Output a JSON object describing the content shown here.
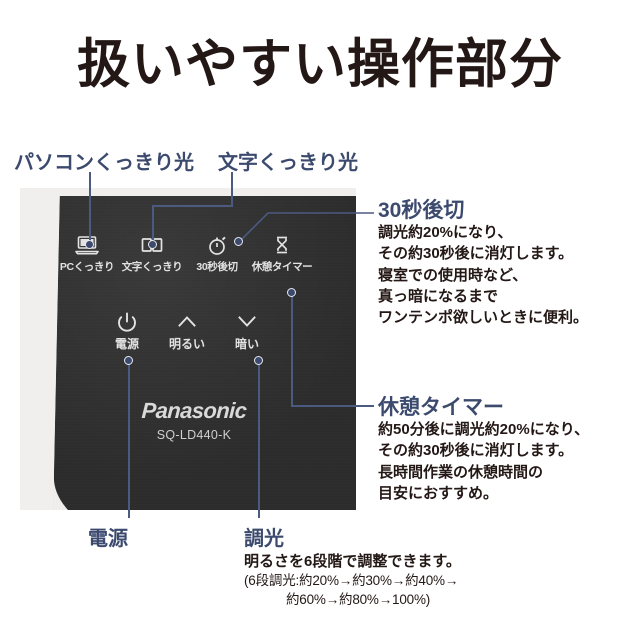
{
  "title": "扱いやすい操作部分",
  "panel": {
    "brand": "Panasonic",
    "model": "SQ-LD440-K",
    "buttons_row1": [
      {
        "icon": "laptop-icon",
        "label": "PCくっきり"
      },
      {
        "icon": "open-book-icon",
        "label": "文字くっきり"
      },
      {
        "icon": "stopwatch-icon",
        "label": "30秒後切"
      },
      {
        "icon": "hourglass-icon",
        "label": "休憩タイマー"
      }
    ],
    "buttons_row2": [
      {
        "icon": "power-icon",
        "label": "電源"
      },
      {
        "icon": "chevron-up-icon",
        "label": "明るい"
      },
      {
        "icon": "chevron-down-icon",
        "label": "暗い"
      }
    ]
  },
  "callouts": {
    "pc_light": "パソコンくっきり光",
    "text_light": "文字くっきり光",
    "off_30sec": "30秒後切",
    "rest_timer": "休憩タイマー",
    "power": "電源",
    "dimming": "調光"
  },
  "descriptions": {
    "off_30sec": [
      "調光約20%になり、",
      "その約30秒後に消灯します。",
      "寝室での使用時など、",
      "真っ暗になるまで",
      "ワンテンポ欲しいときに便利。"
    ],
    "rest_timer": [
      "約50分後に調光約20%になり、",
      "その約30秒後に消灯します。",
      "長時間作業の休憩時間の",
      "目安におすすめ。"
    ],
    "dimming_main": "明るさを6段階で調整できます。",
    "dimming_note_line1": "(6段調光:約20%→約30%→約40%→",
    "dimming_note_line2": "約60%→約80%→100%)"
  },
  "colors": {
    "accent_navy": "#3c4a6e",
    "body_text": "#231815",
    "panel_dark": "#2e2e2e",
    "panel_bg": "#f0efee",
    "page_bg": "#ffffff"
  }
}
